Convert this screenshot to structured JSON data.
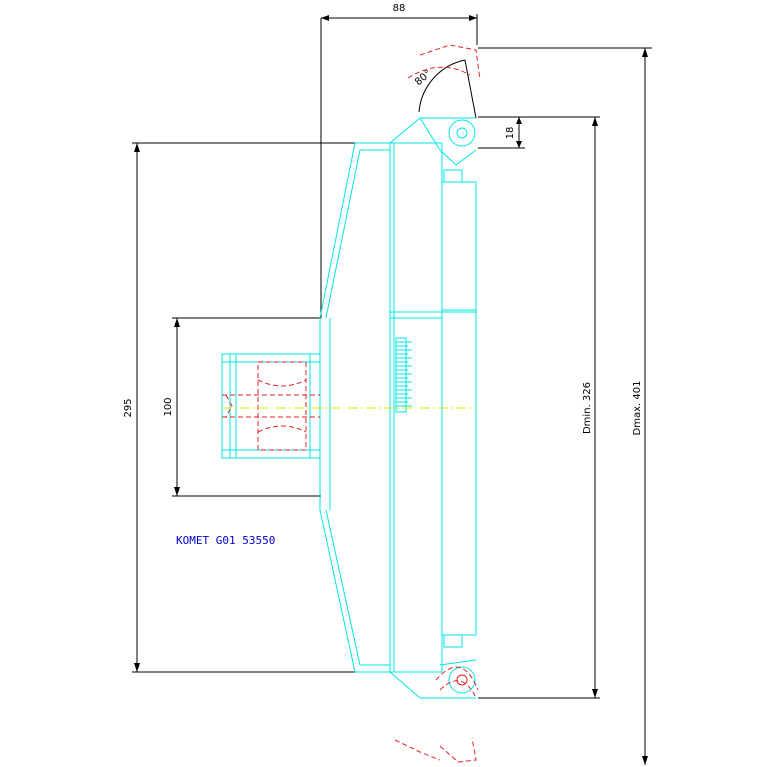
{
  "colors": {
    "background": "#ffffff",
    "geometry": "#00e5e5",
    "hidden": "#e52020",
    "centerline": "#e5e500",
    "dimension": "#000000",
    "label": "#0000cc"
  },
  "dimensions": {
    "top_width": "88",
    "angle": "80°",
    "step": "18",
    "dmin": "Dmin. 326",
    "dmax": "Dmax. 401",
    "overall_height": "295",
    "shank_height": "100"
  },
  "part_label": "KOMET G01 53550"
}
